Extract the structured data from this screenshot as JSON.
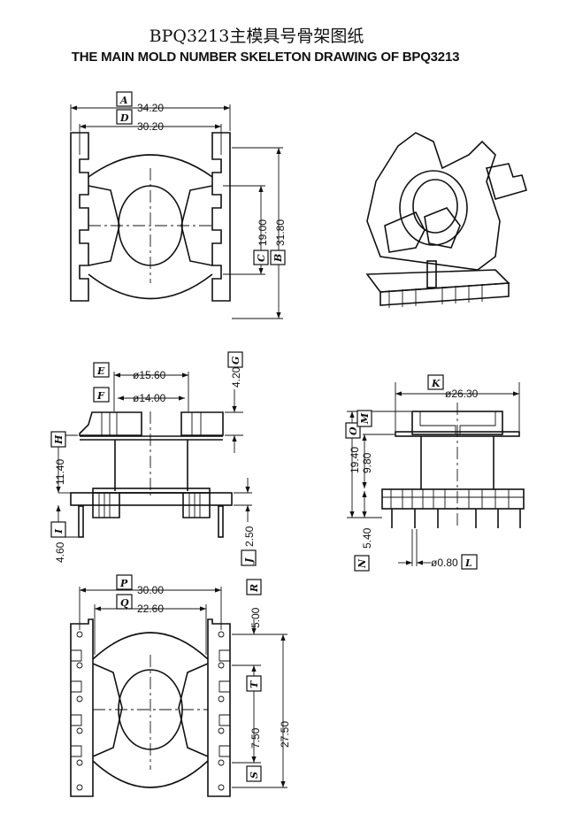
{
  "title": "BPQ3213主模具号骨架图纸",
  "subtitle": "THE MAIN MOLD NUMBER SKELETON DRAWING OF BPQ3213",
  "top_view": {
    "A": {
      "letter": "A",
      "value": "34.20"
    },
    "D": {
      "letter": "D",
      "value": "30.20"
    },
    "C": {
      "letter": "C",
      "value": "19.00"
    },
    "B": {
      "letter": "B",
      "value": "31.80"
    }
  },
  "side_view": {
    "E": {
      "letter": "E",
      "value": "ø15.60"
    },
    "F": {
      "letter": "F",
      "value": "ø14.00"
    },
    "G": {
      "letter": "G",
      "value": "4.20"
    },
    "H": {
      "letter": "H",
      "value": "11.40"
    },
    "I": {
      "letter": "I",
      "value": "4.60"
    },
    "J": {
      "letter": "J",
      "value": "2.50"
    }
  },
  "front_view": {
    "K": {
      "letter": "K",
      "value": "ø26.30"
    },
    "M": {
      "letter": "M",
      "value": "9.80"
    },
    "O": {
      "letter": "O",
      "value": "19.40"
    },
    "N": {
      "letter": "N",
      "value": "5.40"
    },
    "L": {
      "letter": "L",
      "value": "ø0.80"
    }
  },
  "bottom_view": {
    "P": {
      "letter": "P",
      "value": "30.00"
    },
    "Q": {
      "letter": "Q",
      "value": "22.60"
    },
    "R": {
      "letter": "R",
      "value": "5.00"
    },
    "T": {
      "letter": "T",
      "value": "27.50"
    },
    "S": {
      "letter": "S",
      "value": "7.50"
    }
  }
}
